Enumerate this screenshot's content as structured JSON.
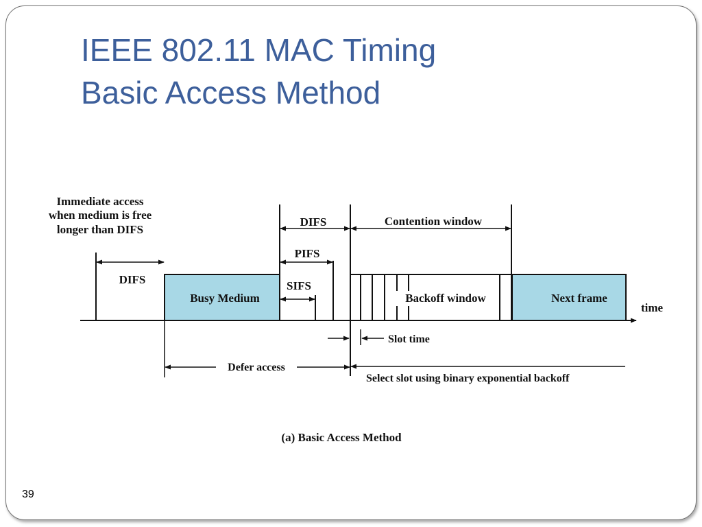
{
  "slide": {
    "title_line1": "IEEE 802.11 MAC Timing",
    "title_line2": "Basic Access Method",
    "page_number": "39"
  },
  "diagram": {
    "immediate_access_line1": "Immediate access",
    "immediate_access_line2": "when medium is free",
    "immediate_access_line3": "longer than DIFS",
    "difs_left": "DIFS",
    "busy_medium": "Busy Medium",
    "difs_top": "DIFS",
    "pifs": "PIFS",
    "sifs": "SIFS",
    "contention_window": "Contention window",
    "backoff_window": "Backoff window",
    "next_frame": "Next frame",
    "time": "time",
    "slot_time": "Slot time",
    "defer_access": "Defer access",
    "select_slot": "Select slot using binary exponential backoff",
    "caption": "(a) Basic Access Method",
    "colors": {
      "box_fill": "#a8d8e6",
      "title": "#3d5f9b"
    }
  }
}
